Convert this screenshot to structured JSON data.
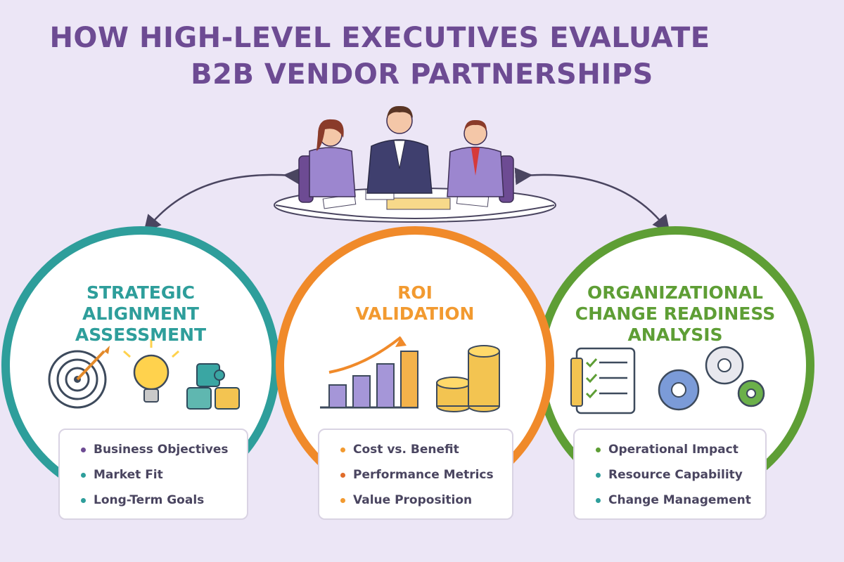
{
  "title": {
    "line1": "HOW HIGH-LEVEL EXECUTIVES EVALUATE",
    "line2": "B2B VENDOR PARTNERSHIPS"
  },
  "colors": {
    "background": "#ece6f6",
    "title": "#6d4b93",
    "teal": "#2e9e9b",
    "orange": "#f29a30",
    "green": "#5e9e35"
  },
  "pillars": [
    {
      "heading": [
        "STRATEGIC",
        "ALIGNMENT",
        "ASSESSMENT"
      ],
      "icons": [
        "target-icon",
        "lightbulb-icon",
        "puzzle-icon"
      ],
      "items": [
        "Business Objectives",
        "Market Fit",
        "Long-Term Goals"
      ]
    },
    {
      "heading": [
        "ROI",
        "VALIDATION"
      ],
      "icons": [
        "bar-chart-icon",
        "rising-arrow-icon",
        "coin-stack-icon"
      ],
      "items": [
        "Cost vs. Benefit",
        "Performance Metrics",
        "Value Proposition"
      ]
    },
    {
      "heading": [
        "ORGANIZATIONAL",
        "CHANGE READINESS",
        "ANALYSIS"
      ],
      "icons": [
        "checklist-icon",
        "gears-icon"
      ],
      "items": [
        "Operational Impact",
        "Resource Capability",
        "Change Management"
      ]
    }
  ]
}
